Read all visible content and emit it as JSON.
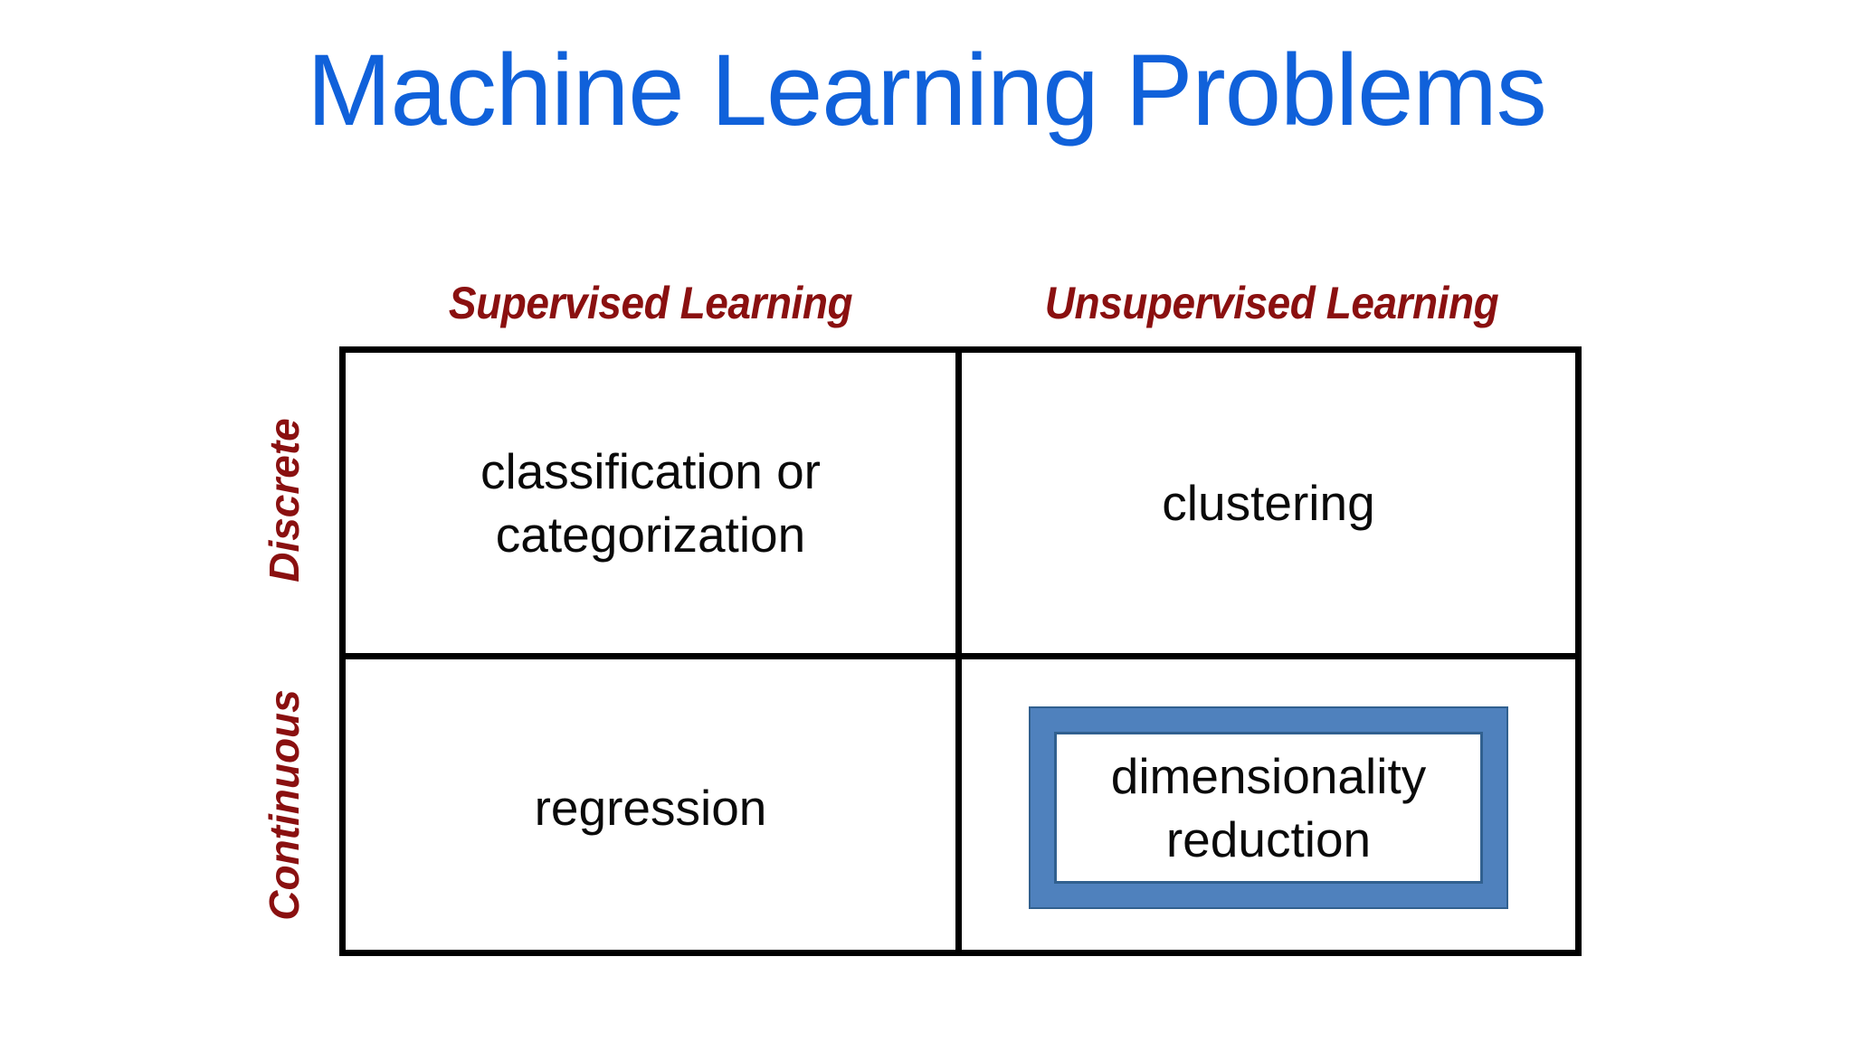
{
  "slide": {
    "title": "Machine Learning Problems",
    "title_color": "#1061DA",
    "background_color": "#ffffff",
    "label_color": "#8A1010",
    "grid_color": "#000000",
    "highlight_color": "#4F81BD",
    "highlight_border_color": "#31608F",
    "cell_text_color": "#0a0a0a"
  },
  "matrix": {
    "column_headers": [
      "Supervised Learning",
      "Unsupervised Learning"
    ],
    "row_headers": [
      "Discrete",
      "Continuous"
    ],
    "cells": [
      [
        "classification or categorization",
        "clustering"
      ],
      [
        "regression",
        "dimensionality reduction"
      ]
    ],
    "highlighted_cell": {
      "row": 1,
      "column": 1,
      "text": "dimensionality reduction"
    }
  }
}
